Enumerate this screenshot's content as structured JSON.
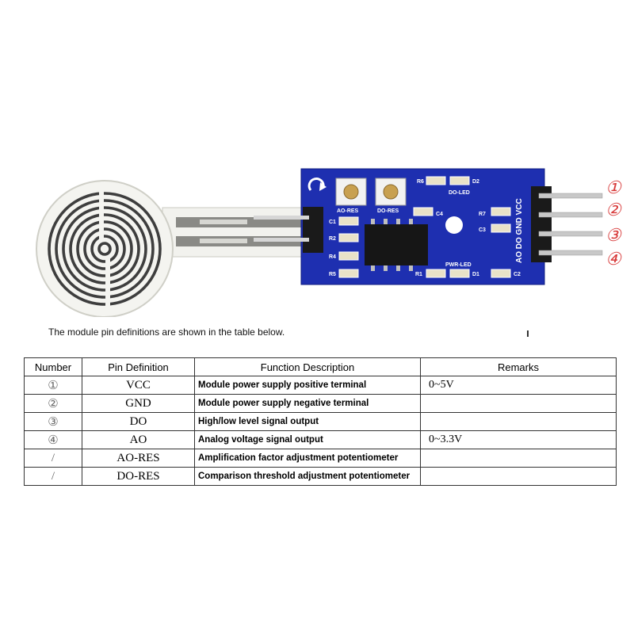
{
  "figure": {
    "callouts": [
      "①",
      "②",
      "③",
      "④"
    ],
    "board": {
      "top_labels": [
        "AO-RES",
        "DO-RES",
        "DO-LED",
        "PWR-LED"
      ],
      "refs": [
        "R6",
        "D2",
        "C1",
        "R2",
        "R4",
        "R5",
        "C4",
        "R7",
        "C3",
        "R1",
        "D1",
        "C2"
      ],
      "silkscreen_pins": "AO  DO GND VCC"
    }
  },
  "intro": "The module pin definitions are shown in the table below.",
  "table": {
    "headers": [
      "Number",
      "Pin Definition",
      "Function Description",
      "Remarks"
    ],
    "rows": [
      {
        "number": "①",
        "pin": "VCC",
        "function": "Module power supply positive terminal",
        "remarks": "0~5V"
      },
      {
        "number": "②",
        "pin": "GND",
        "function": "Module power supply negative terminal",
        "remarks": ""
      },
      {
        "number": "③",
        "pin": "DO",
        "function": "High/low level signal output",
        "remarks": ""
      },
      {
        "number": "④",
        "pin": "AO",
        "function": "Analog voltage signal output",
        "remarks": "0~3.3V"
      },
      {
        "number": "/",
        "pin": "AO-RES",
        "function": "Amplification factor adjustment potentiometer",
        "remarks": ""
      },
      {
        "number": "/",
        "pin": "DO-RES",
        "function": "Comparison threshold adjustment potentiometer",
        "remarks": ""
      }
    ]
  }
}
